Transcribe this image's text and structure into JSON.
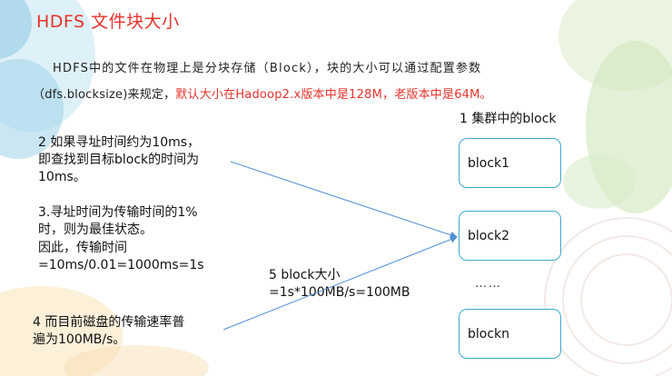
{
  "title": "HDFS 文件块大小",
  "para": {
    "line1": "HDFS中的文件在物理上是分块存储（Block），块的大小可以通过配置参数",
    "line2_black": "（dfs.blocksize)来规定，",
    "line2_red": "默认大小在Hadoop2.x版本中是128M，老版本中是64M。"
  },
  "note1": [
    "2 如果寻址时间约为10ms，",
    "即查找到目标block的时间为",
    "10ms。"
  ],
  "note3_red": [
    "3.寻址时间为传输时间的1%",
    "时，则为最佳状态。"
  ],
  "note3": [
    "因此，传输时间",
    "=10ms/0.01=1000ms=1s"
  ],
  "note4": [
    "4 而目前磁盘的传输速率普",
    "遍为100MB/s。"
  ],
  "note5": [
    "5 block大小",
    "=1s*100MB/s=100MB"
  ],
  "cluster_label": "1 集群中的block",
  "blocks": [
    "block1",
    "block2",
    "blockn"
  ],
  "ellipsis": "……",
  "colors": {
    "accent_red": "#e8322c",
    "box_border": "#3fa8cf",
    "arrow": "#4f8fd6"
  }
}
